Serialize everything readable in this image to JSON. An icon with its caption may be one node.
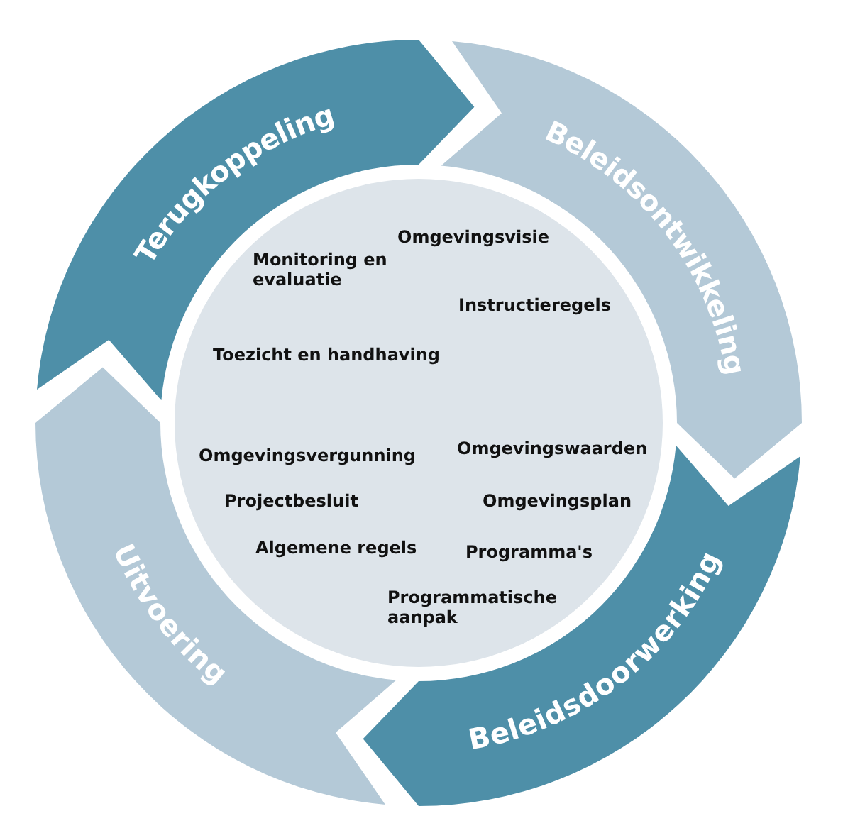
{
  "diagram": {
    "nodes": [
      {
        "text": [
          "Terugkoppeling"
        ]
      },
      {
        "text": [
          "Beleidsontwikkeling"
        ]
      },
      {
        "text": [
          "Beleidsdoorwerking"
        ]
      },
      {
        "text": [
          "Uitvoering"
        ]
      },
      {
        "text": [
          "Omgevingsvisie",
          "Monitoring en evaluatie",
          "Instructieregels",
          "Toezicht en handhaving",
          "Omgevingsvergunning",
          "Omgevingswaarden",
          "Projectbesluit",
          "Omgevingsplan",
          "Algemene regels",
          "Programma's",
          "Programmatische aanpak"
        ]
      }
    ],
    "edges": []
  }
}
